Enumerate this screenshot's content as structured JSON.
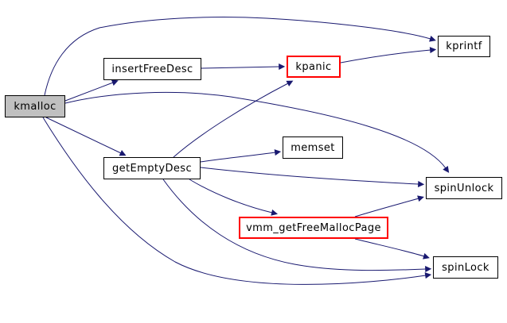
{
  "diagram": {
    "kind": "call-graph",
    "root": "kmalloc",
    "colors": {
      "background": "#ffffff",
      "edge": "#191970",
      "node_fill": "#ffffff",
      "node_border": "#000000",
      "root_node_fill": "#c0c0c0",
      "truncated_node_border": "#ff0000",
      "text": "#000000"
    },
    "nodes": [
      {
        "id": "kmalloc",
        "label": "kmalloc",
        "style": "root"
      },
      {
        "id": "insertFreeDesc",
        "label": "insertFreeDesc",
        "style": "normal"
      },
      {
        "id": "kpanic",
        "label": "kpanic",
        "style": "red"
      },
      {
        "id": "kprintf",
        "label": "kprintf",
        "style": "normal"
      },
      {
        "id": "getEmptyDesc",
        "label": "getEmptyDesc",
        "style": "normal"
      },
      {
        "id": "memset",
        "label": "memset",
        "style": "normal"
      },
      {
        "id": "spinUnlock",
        "label": "spinUnlock",
        "style": "normal"
      },
      {
        "id": "vmm_getFreeMallocPage",
        "label": "vmm_getFreeMallocPage",
        "style": "red"
      },
      {
        "id": "spinLock",
        "label": "spinLock",
        "style": "normal"
      }
    ],
    "edges": [
      {
        "from": "kmalloc",
        "to": "kprintf"
      },
      {
        "from": "kmalloc",
        "to": "insertFreeDesc"
      },
      {
        "from": "kmalloc",
        "to": "getEmptyDesc"
      },
      {
        "from": "kmalloc",
        "to": "spinUnlock"
      },
      {
        "from": "kmalloc",
        "to": "spinLock"
      },
      {
        "from": "insertFreeDesc",
        "to": "kpanic"
      },
      {
        "from": "kpanic",
        "to": "kprintf"
      },
      {
        "from": "getEmptyDesc",
        "to": "kpanic"
      },
      {
        "from": "getEmptyDesc",
        "to": "memset"
      },
      {
        "from": "getEmptyDesc",
        "to": "spinUnlock"
      },
      {
        "from": "getEmptyDesc",
        "to": "vmm_getFreeMallocPage"
      },
      {
        "from": "getEmptyDesc",
        "to": "spinLock"
      },
      {
        "from": "vmm_getFreeMallocPage",
        "to": "spinUnlock"
      },
      {
        "from": "vmm_getFreeMallocPage",
        "to": "spinLock"
      }
    ]
  }
}
